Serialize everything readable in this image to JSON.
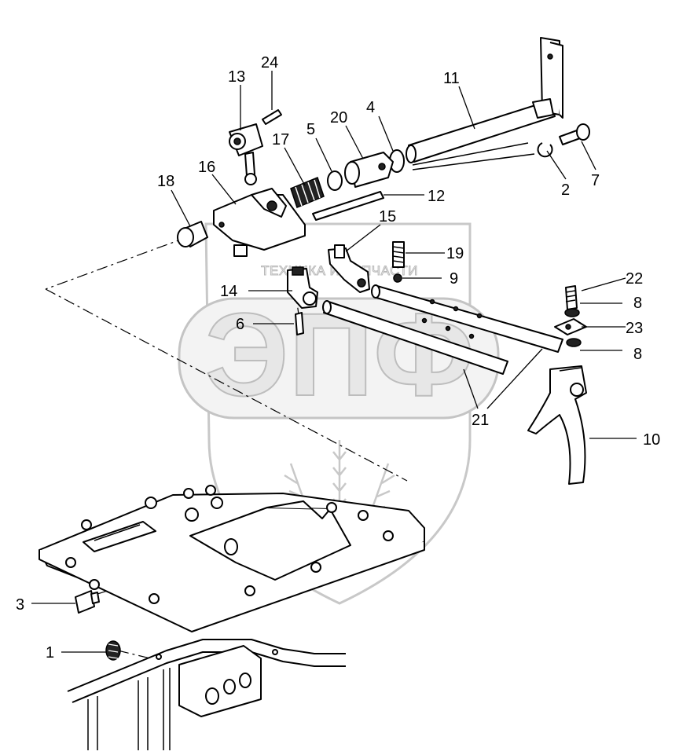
{
  "watermark": {
    "brand_text": "ТЕХНИКА И ЗАПЧАСТИ",
    "logo_text": "ЭПФ"
  },
  "labels": [
    {
      "id": "1",
      "text": "1"
    },
    {
      "id": "2",
      "text": "2"
    },
    {
      "id": "3",
      "text": "3"
    },
    {
      "id": "4",
      "text": "4"
    },
    {
      "id": "5",
      "text": "5"
    },
    {
      "id": "6",
      "text": "6"
    },
    {
      "id": "7",
      "text": "7"
    },
    {
      "id": "8a",
      "text": "8"
    },
    {
      "id": "8b",
      "text": "8"
    },
    {
      "id": "9",
      "text": "9"
    },
    {
      "id": "10",
      "text": "10"
    },
    {
      "id": "11",
      "text": "11"
    },
    {
      "id": "12",
      "text": "12"
    },
    {
      "id": "13",
      "text": "13"
    },
    {
      "id": "14",
      "text": "14"
    },
    {
      "id": "15",
      "text": "15"
    },
    {
      "id": "16",
      "text": "16"
    },
    {
      "id": "17",
      "text": "17"
    },
    {
      "id": "18",
      "text": "18"
    },
    {
      "id": "19",
      "text": "19"
    },
    {
      "id": "20",
      "text": "20"
    },
    {
      "id": "21",
      "text": "21"
    },
    {
      "id": "22",
      "text": "22"
    },
    {
      "id": "23",
      "text": "23"
    },
    {
      "id": "24",
      "text": "24"
    }
  ]
}
